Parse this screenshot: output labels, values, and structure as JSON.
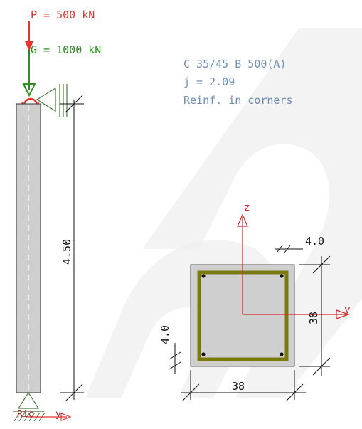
{
  "loads": {
    "p_label": "P = 500 kN",
    "g_label": "G = 1000 kN",
    "p_color": "#e8322e",
    "g_color": "#2e8b22"
  },
  "material": {
    "line1": "C 35/45  B 500(A)",
    "line2": "j = 2.09",
    "line3": "Reinf. in corners"
  },
  "column": {
    "height_label": "4.50",
    "support_label": "Ric",
    "axis_y_label": "y"
  },
  "section": {
    "axis_z_label": "z",
    "axis_y_label": "y",
    "width_label": "38",
    "height_label": "38",
    "cover_top_label": "4.0",
    "cover_left_label": "4.0",
    "rebar_color": "#7a7a0a",
    "concrete_color": "#cfcfcf"
  },
  "watermark_color": "#efefef"
}
